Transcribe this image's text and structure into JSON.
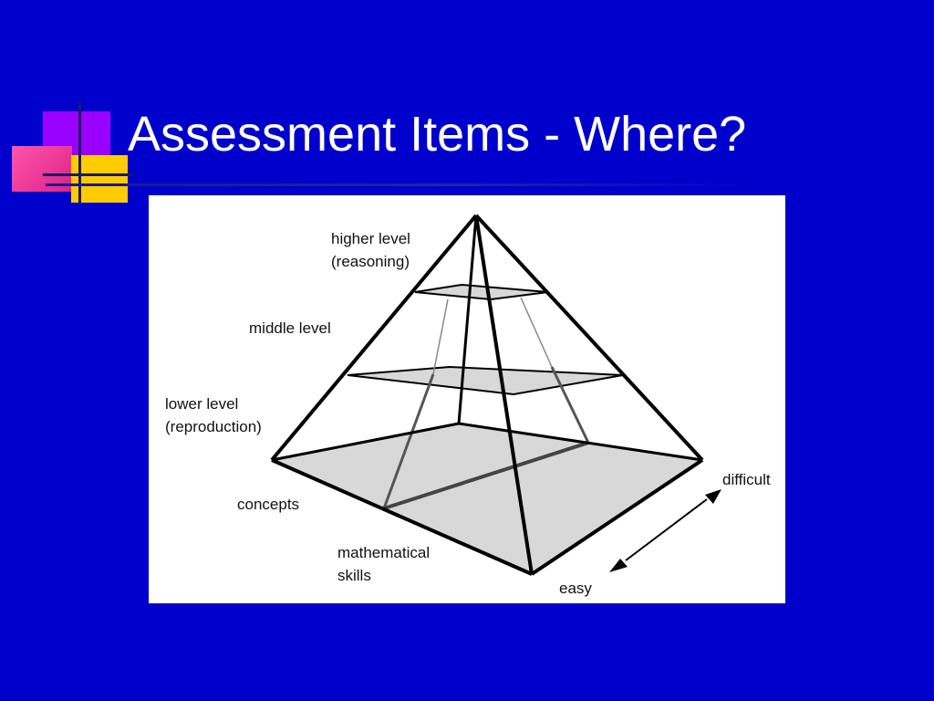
{
  "slide": {
    "title": "Assessment Items - Where?",
    "background_color": "#0000cc",
    "title_color": "#ffffff"
  },
  "decoration": {
    "colors": [
      "#9900ff",
      "#ff3399",
      "#ffcc00"
    ]
  },
  "diagram": {
    "labels": {
      "higher_level": "higher level",
      "reasoning": "(reasoning)",
      "middle_level": "middle level",
      "lower_level": "lower level",
      "reproduction": "(reproduction)",
      "concepts": "concepts",
      "mathematical": "mathematical",
      "skills": "skills",
      "difficult": "difficult",
      "easy": "easy"
    },
    "icons": [
      "double-arrow-icon"
    ]
  }
}
